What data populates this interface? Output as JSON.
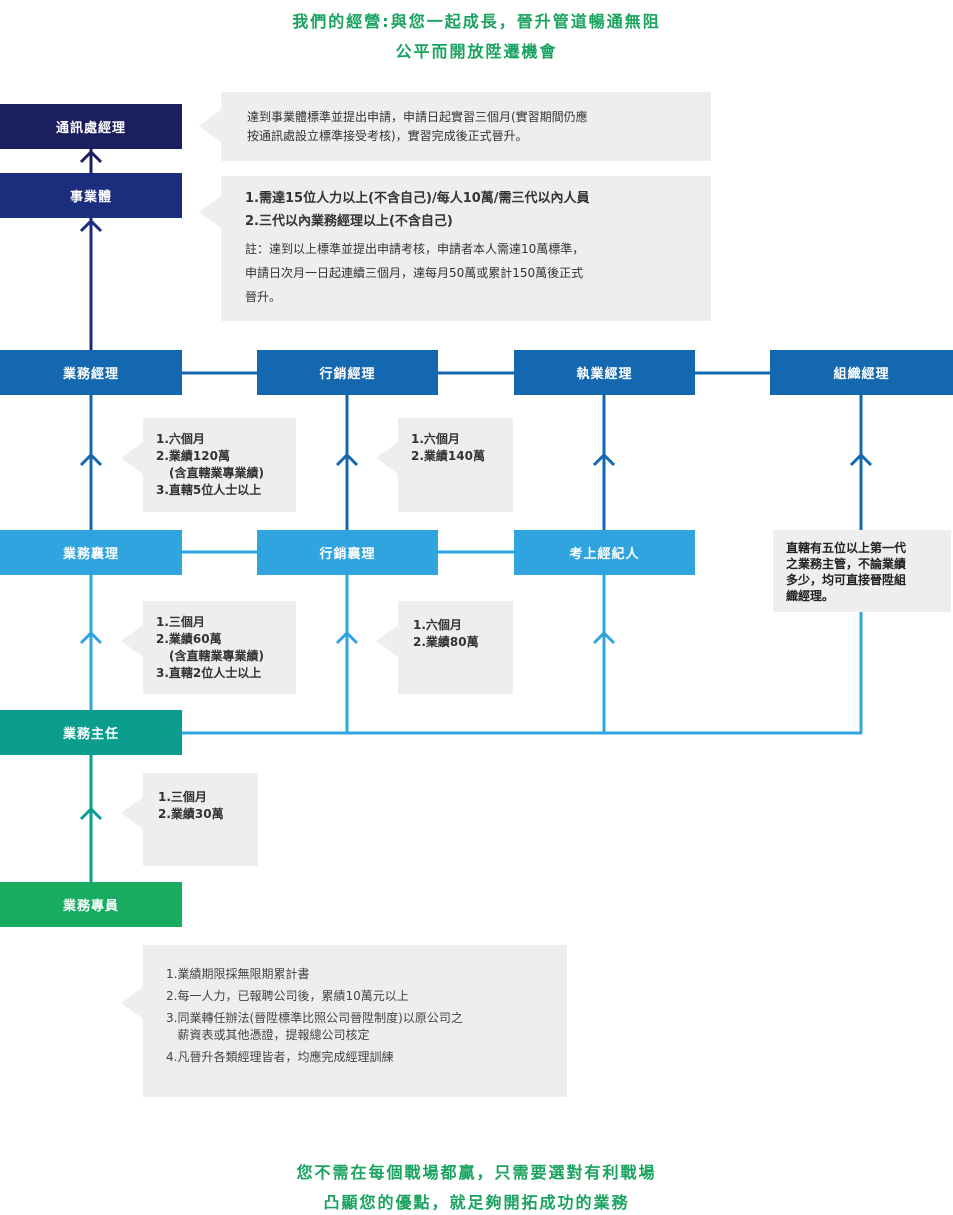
{
  "header": {
    "line1": "我們的經營:與您一起成長，晉升管道暢通無阻",
    "line2": "公平而開放陞遷機會"
  },
  "footer": {
    "line1": "您不需在每個戰場都贏，只需要選對有利戰場",
    "line2": "凸顯您的優點，就足夠開拓成功的業務"
  },
  "colors": {
    "heading": "#1aa35f",
    "dark_navy": "#1c1f5e",
    "navy": "#1b2d7d",
    "blue": "#1368b0",
    "light_blue": "#2fa4df",
    "teal": "#0b9e8e",
    "green": "#17ac5f",
    "note_bg": "#eeeeee"
  },
  "positions": {
    "tongxunchu": "通訊處經理",
    "shiyeti": "事業體",
    "yewu_jingli": "業務經理",
    "xingxiao_jingli": "行銷經理",
    "zhiye_jingli": "執業經理",
    "zuzhi_jingli": "組織經理",
    "yewu_xiangli": "業務襄理",
    "xingxiao_xiangli": "行銷襄理",
    "kaoshang_jingjiren": "考上經紀人",
    "yewu_zhuren": "業務主任",
    "yewu_zhuanyuan": "業務專員"
  },
  "notes": {
    "tongxunchu": [
      "達到事業體標準並提出申請，申請日起實習三個月(實習期間仍應",
      "按通訊處設立標準接受考核)，實習完成後正式晉升。"
    ],
    "shiyeti_main": [
      "1.需達15位人力以上(不含自己)/每人10萬/需三代以內人員",
      "2.三代以內業務經理以上(不含自己)"
    ],
    "shiyeti_note": [
      "註：達到以上標準並提出申請考核，申請者本人需達10萬標準，",
      "申請日次月一日起連續三個月，達每月50萬或累計150萬後正式",
      "晉升。"
    ],
    "to_yewu_jingli": [
      "1.六個月",
      "2.業績120萬",
      "  (含直轄業專業績)",
      "3.直轄5位人士以上"
    ],
    "to_xingxiao_jingli": [
      "1.六個月",
      "2.業績140萬"
    ],
    "to_zuzhi_jingli": [
      "直轄有五位以上第一代",
      "之業務主管，不論業績",
      "多少，均可直接晉陞組",
      "織經理。"
    ],
    "to_yewu_xiangli": [
      "1.三個月",
      "2.業績60萬",
      "  (含直轄業專業績)",
      "3.直轄2位人士以上"
    ],
    "to_xingxiao_xiangli": [
      "1.六個月",
      "2.業績80萬"
    ],
    "to_yewu_zhuren": [
      "1.三個月",
      "2.業績30萬"
    ],
    "general": [
      "1.業績期限採無限期累計書",
      "2.每一人力，已報聘公司後，累績10萬元以上",
      "3.同業轉任辦法(晉陞標準比照公司晉陞制度)以原公司之",
      "   薪資表或其他憑證，提報總公司核定",
      "4.凡晉升各類經理皆者，均應完成經理訓練"
    ]
  }
}
